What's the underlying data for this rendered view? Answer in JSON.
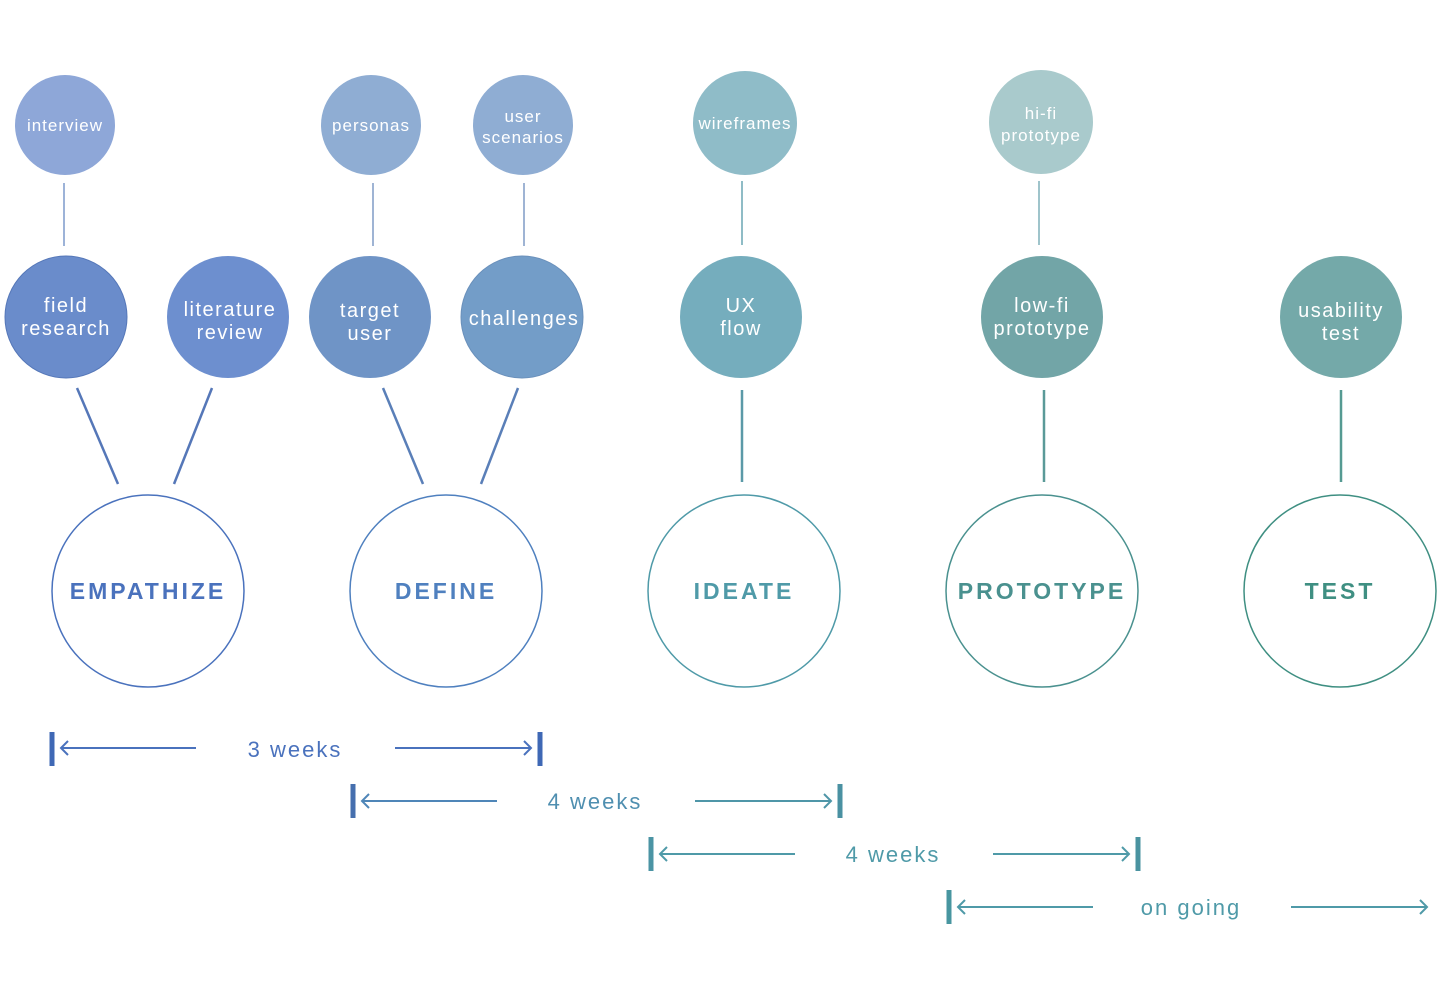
{
  "colors": {
    "empathize": "#4a72bd",
    "define": "#4f80bf",
    "ideate": "#4f9aa8",
    "prototype": "#4a918f",
    "test": "#3f8f82",
    "connector_blue": "#5577b8",
    "connector_teal": "#6aa6b2",
    "connector_light": "#9fc4cb"
  },
  "phases": {
    "empathize": "EMPATHIZE",
    "define": "DEFINE",
    "ideate": "IDEATE",
    "prototype": "PROTOTYPE",
    "test": "TEST"
  },
  "methods": {
    "field_research": [
      "field",
      "research"
    ],
    "literature_review": [
      "literature",
      "review"
    ],
    "target_user": [
      "target",
      "user"
    ],
    "challenges": [
      "challenges"
    ],
    "ux_flow": [
      "UX",
      "flow"
    ],
    "lofi_prototype": [
      "low-fi",
      "prototype"
    ],
    "usability_test": [
      "usability",
      "test"
    ]
  },
  "outputs": {
    "interview": [
      "interview"
    ],
    "personas": [
      "personas"
    ],
    "user_scenarios": [
      "user",
      "scenarios"
    ],
    "wireframes": [
      "wireframes"
    ],
    "hifi_prototype": [
      "hi-fi",
      "prototype"
    ]
  },
  "durations": {
    "empathize_define": "3 weeks",
    "define_ideate": "4 weeks",
    "ideate_prototype": "4 weeks",
    "prototype_test": "on going"
  }
}
